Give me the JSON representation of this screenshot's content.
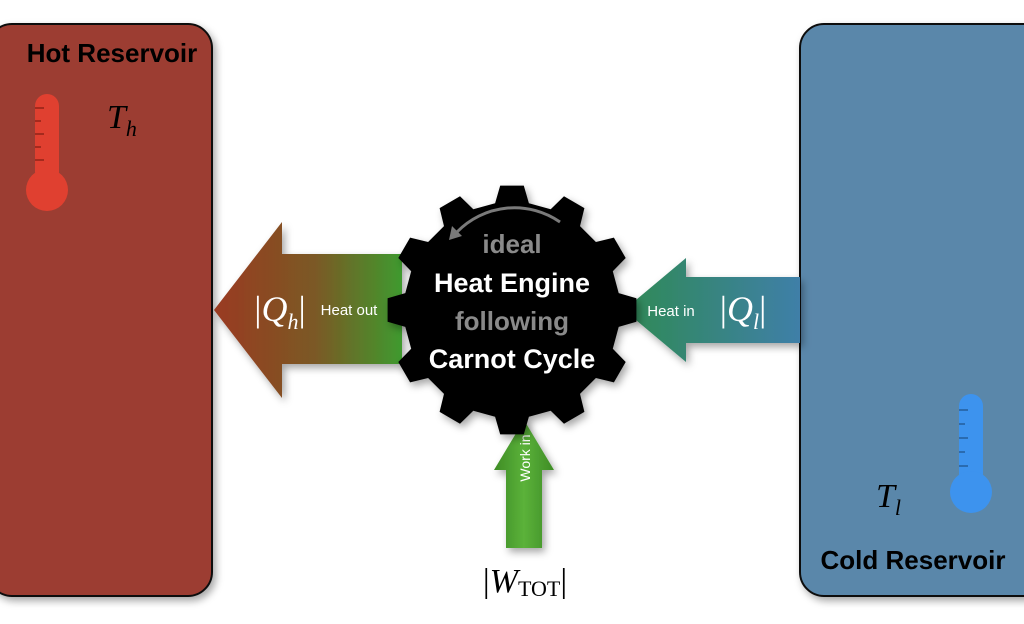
{
  "hot_reservoir": {
    "title": "Hot Reservoir",
    "temp_symbol": "T",
    "temp_subscript": "h",
    "color": "#9c3d31"
  },
  "cold_reservoir": {
    "title": "Cold Reservoir",
    "temp_symbol": "T",
    "temp_subscript": "l",
    "color": "#5a87aa"
  },
  "engine": {
    "line1": "ideal",
    "line2": "Heat Engine",
    "line3": "following",
    "line4": "Carnot Cycle",
    "color": "#000000"
  },
  "heat_out_arrow": {
    "label": "Heat out",
    "symbol": "Q",
    "subscript": "h"
  },
  "heat_in_arrow": {
    "label": "Heat in",
    "symbol": "Q",
    "subscript": "l"
  },
  "work_arrow": {
    "label": "Work in",
    "symbol": "W",
    "subscript": "TOT"
  },
  "icons": {
    "hot": "thermometer-icon",
    "cold": "thermometer-icon",
    "engine": "gear-icon"
  }
}
